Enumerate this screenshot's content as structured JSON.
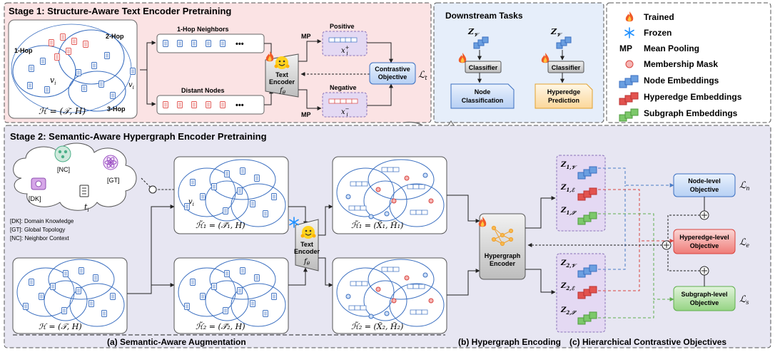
{
  "stage1": {
    "title": "Stage 1: Structure-Aware Text Encoder Pretraining",
    "hop1": "1-Hop",
    "hop2": "2-Hop",
    "hop3": "3-Hop",
    "vi": "v",
    "vi_sub": "i",
    "graph_def": "ℋ = (𝒯, H)",
    "neighbors": "1-Hop Neighbors",
    "distant": "Distant Nodes",
    "ellipsis": "•••",
    "mp": "MP",
    "positive": "Positive",
    "negative": "Negative",
    "xpos": "x",
    "xneg": "x",
    "encoder_l1": "Text",
    "encoder_l2": "Encoder",
    "encoder_l3": "f",
    "contrastive_l1": "Contrastive",
    "contrastive_l2": "Objective",
    "loss": "ℒ",
    "loss_sub": "t"
  },
  "downstream": {
    "title": "Downstream Tasks",
    "z": "Z",
    "z_sub": "𝒱",
    "classifier": "Classifier",
    "task1_l1": "Node",
    "task1_l2": "Classification",
    "task2_l1": "Hyperedge",
    "task2_l2": "Prediction"
  },
  "legend": {
    "trained": "Trained",
    "frozen": "Frozen",
    "mp_key": "MP",
    "mp_desc": "Mean Pooling",
    "mask": "Membership Mask",
    "node_emb": "Node Embeddings",
    "hyperedge_emb": "Hyperedge Embeddings",
    "subgraph_emb": "Subgraph Embeddings"
  },
  "stage2": {
    "title": "Stage 2: Semantic-Aware Hypergraph Encoder Pretraining",
    "nc": "[NC]",
    "dk": "[DK]",
    "gt": "[GT]",
    "ti": "t",
    "ti_sub": "i",
    "note1": "[DK]: Domain Knowledge",
    "note2": "[GT]: Global Topology",
    "note3": "[NC]: Neighbor Context",
    "h1_aug": "ℋ̃₁ = (𝒯̃₁, H)",
    "h2_aug": "ℋ̃₂ = (𝒯̃₂, H)",
    "h_orig": "ℋ = (𝒯, H)",
    "h1_enc": "ℋ̃₁ = (X̃₁, H̃₁)",
    "h2_enc": "ℋ̃₂ = (X̃₂, H̃₂)",
    "hg_l1": "Hypergraph",
    "hg_l2": "Encoder",
    "z1v": "Z",
    "z1v_sub": "1,𝒱",
    "z1e_sub": "1,ℰ",
    "z1s_sub": "1,𝒮",
    "z2v_sub": "2,𝒱",
    "z2e_sub": "2,ℰ",
    "z2s_sub": "2,𝒮",
    "node_obj_l1": "Node-level",
    "node_obj_l2": "Objective",
    "edge_obj_l1": "Hyperedge-level",
    "edge_obj_l2": "Objective",
    "sub_obj_l1": "Subgraph-level",
    "sub_obj_l2": "Objective",
    "ln": "n",
    "le": "e",
    "ls": "s",
    "cap_a": "(a) Semantic-Aware Augmentation",
    "cap_b": "(b) Hypergraph Encoding",
    "cap_c": "(c) Hierarchical Contrastive Objectives"
  },
  "colors": {
    "stage1_bg": "#fbe3e4",
    "downstream_bg": "#e6eefa",
    "stage2_bg": "#e7e6f2",
    "node_blue": "#6b9fe0",
    "edge_red": "#e2534f",
    "sub_green": "#7cc86a"
  }
}
